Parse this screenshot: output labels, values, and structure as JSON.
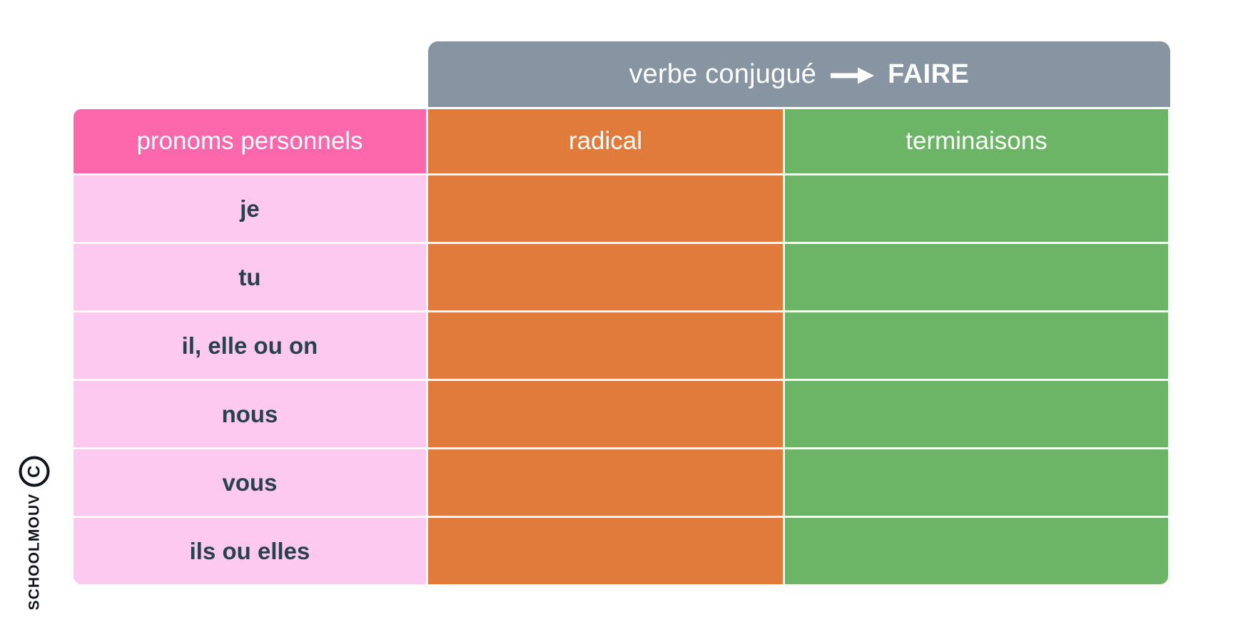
{
  "watermark": {
    "copyright_symbol": "C",
    "brand": "SCHOOLMOUV"
  },
  "banner": {
    "label": "verbe conjugué",
    "arrow_icon": "right-arrow-icon",
    "verb": "FAIRE"
  },
  "table": {
    "headers": [
      "pronoms personnels",
      "radical",
      "terminaisons"
    ],
    "rows": [
      {
        "pronom": "je",
        "radical": "",
        "terminaison": ""
      },
      {
        "pronom": "tu",
        "radical": "",
        "terminaison": ""
      },
      {
        "pronom": "il, elle ou on",
        "radical": "",
        "terminaison": ""
      },
      {
        "pronom": "nous",
        "radical": "",
        "terminaison": ""
      },
      {
        "pronom": "vous",
        "radical": "",
        "terminaison": ""
      },
      {
        "pronom": "ils ou elles",
        "radical": "",
        "terminaison": ""
      }
    ]
  },
  "colors": {
    "banner_grey": "#8795a2",
    "header_pink": "#fc68ab",
    "header_orange": "#e07b3c",
    "header_green": "#6db566",
    "cell_pink": "#fdc9f0",
    "text_dark": "#27414f",
    "text_white": "#ffffff",
    "page_background": "#ffffff"
  }
}
